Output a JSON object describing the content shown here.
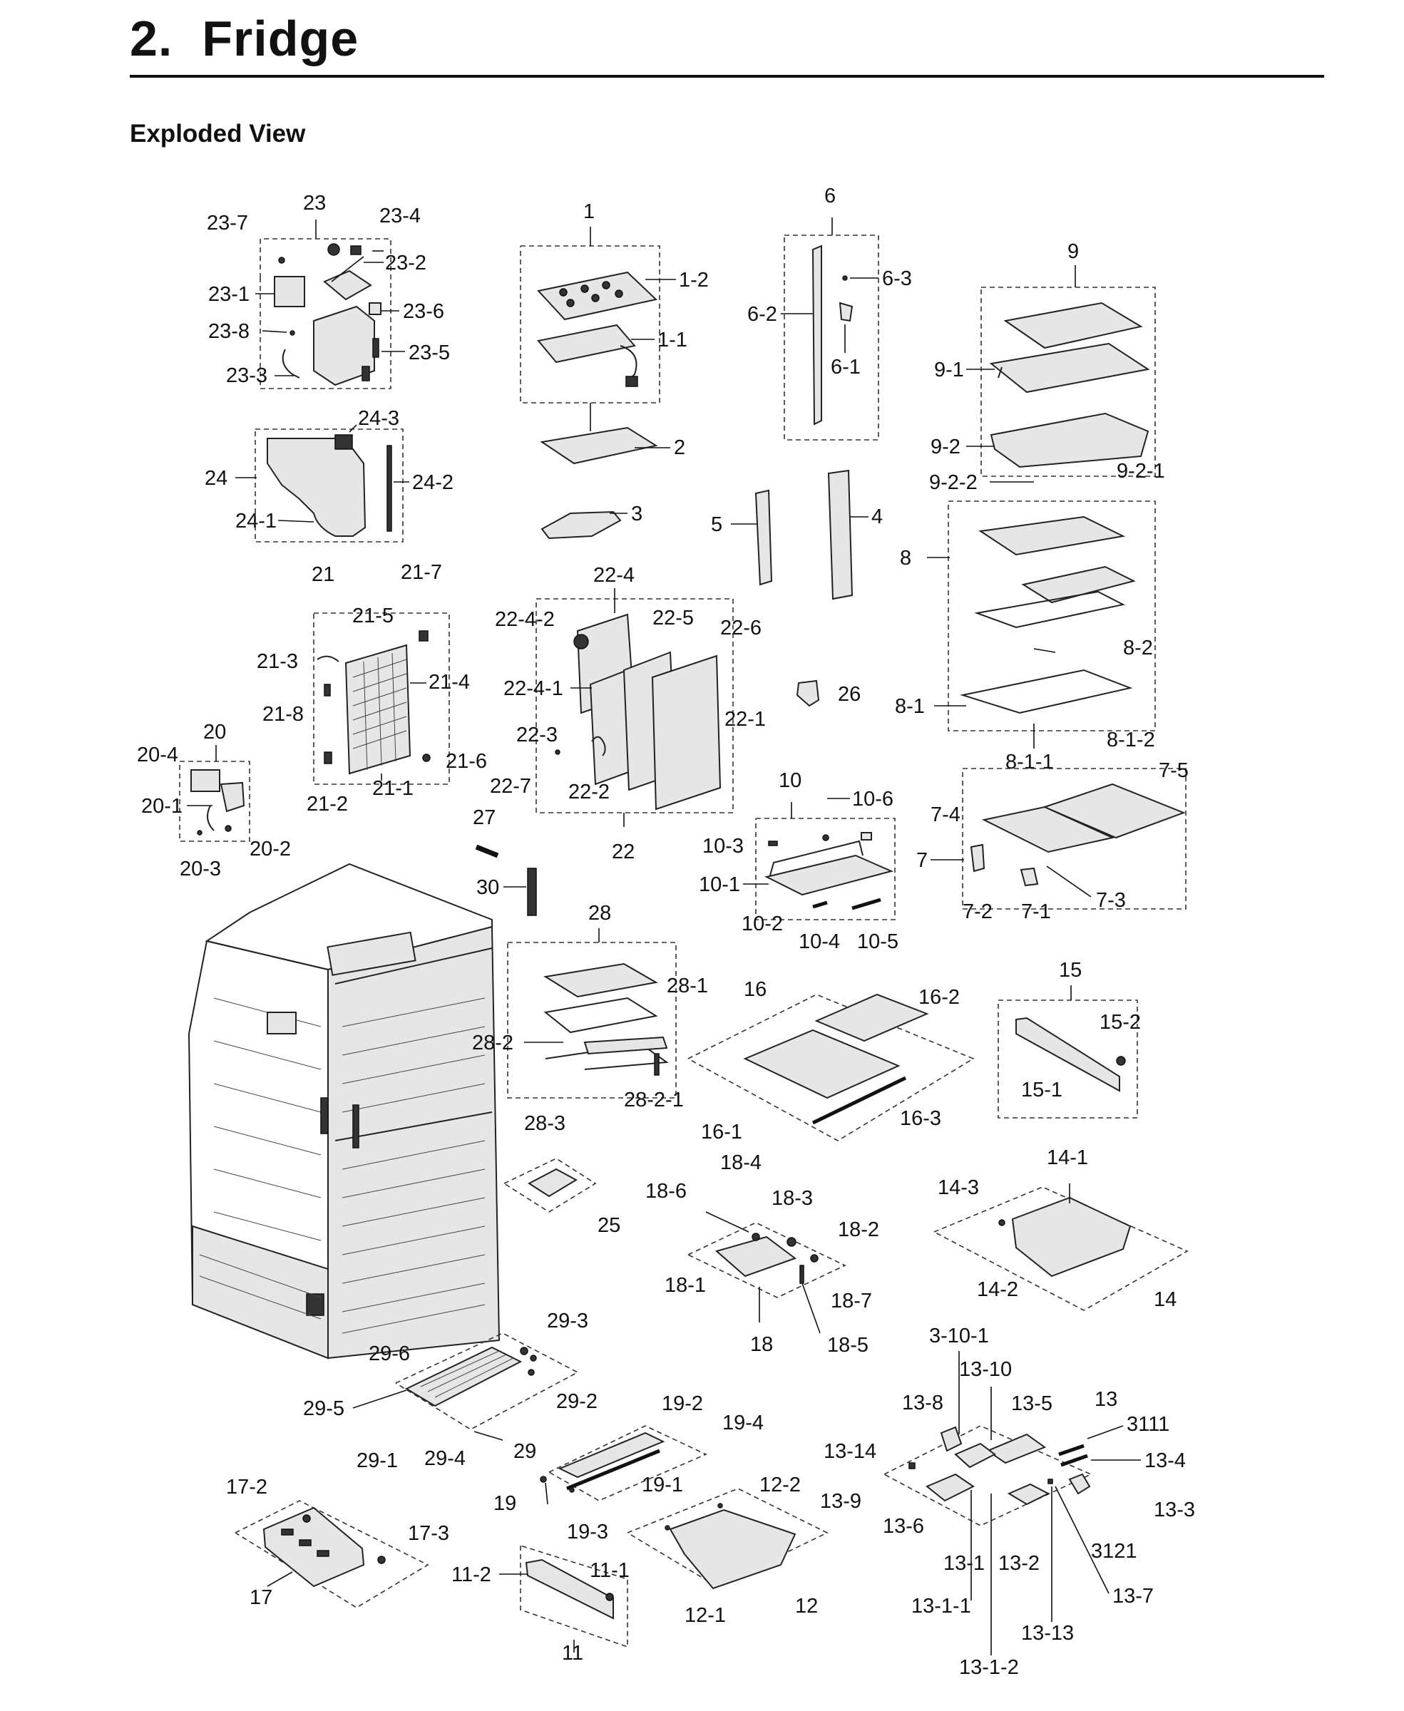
{
  "heading": {
    "number": "2.",
    "title": "Fridge"
  },
  "subheading": "Exploded View",
  "labels": {
    "l23_7": "23-7",
    "l23": "23",
    "l23_4": "23-4",
    "l23_2": "23-2",
    "l23_1": "23-1",
    "l23_6": "23-6",
    "l23_8": "23-8",
    "l23_5": "23-5",
    "l23_3": "23-3",
    "l24_3": "24-3",
    "l24": "24",
    "l24_2": "24-2",
    "l24_1": "24-1",
    "l1": "1",
    "l1_2": "1-2",
    "l1_1": "1-1",
    "l2": "2",
    "l3": "3",
    "l6": "6",
    "l6_3": "6-3",
    "l6_2": "6-2",
    "l6_1": "6-1",
    "l5": "5",
    "l4": "4",
    "l9": "9",
    "l9_1": "9-1",
    "l9_2": "9-2",
    "l9_2_1": "9-2-1",
    "l9_2_2": "9-2-2",
    "l8": "8",
    "l8_2": "8-2",
    "l8_1": "8-1",
    "l8_1_2": "8-1-2",
    "l8_1_1": "8-1-1",
    "l21": "21",
    "l21_7": "21-7",
    "l21_5": "21-5",
    "l21_3": "21-3",
    "l21_4": "21-4",
    "l21_8": "21-8",
    "l21_6": "21-6",
    "l21_1": "21-1",
    "l21_2": "21-2",
    "l22_4": "22-4",
    "l22_4_2": "22-4-2",
    "l22_5": "22-5",
    "l22_6": "22-6",
    "l22_4_1": "22-4-1",
    "l22_1": "22-1",
    "l22_3": "22-3",
    "l22_7": "22-7",
    "l22_2": "22-2",
    "l22": "22",
    "l26": "26",
    "l20": "20",
    "l20_4": "20-4",
    "l20_1": "20-1",
    "l20_2": "20-2",
    "l20_3": "20-3",
    "l27": "27",
    "l30": "30",
    "l10": "10",
    "l10_6": "10-6",
    "l10_3": "10-3",
    "l10_1": "10-1",
    "l10_2": "10-2",
    "l10_4": "10-4",
    "l10_5": "10-5",
    "l7_5": "7-5",
    "l7_4": "7-4",
    "l7": "7",
    "l7_2": "7-2",
    "l7_1": "7-1",
    "l7_3": "7-3",
    "l28": "28",
    "l28_1": "28-1",
    "l28_2": "28-2",
    "l28_2_1": "28-2-1",
    "l28_3": "28-3",
    "l16": "16",
    "l16_2": "16-2",
    "l16_1": "16-1",
    "l16_3": "16-3",
    "l15": "15",
    "l15_2": "15-2",
    "l15_1": "15-1",
    "l25": "25",
    "l18_4": "18-4",
    "l18_6": "18-6",
    "l18_3": "18-3",
    "l18_2": "18-2",
    "l18_1": "18-1",
    "l18_7": "18-7",
    "l18": "18",
    "l18_5": "18-5",
    "l14_1": "14-1",
    "l14_3": "14-3",
    "l14_2": "14-2",
    "l14": "14",
    "l29_3": "29-3",
    "l29_6": "29-6",
    "l29_5": "29-5",
    "l29_2": "29-2",
    "l29_1": "29-1",
    "l29_4": "29-4",
    "l29": "29",
    "l19_2": "19-2",
    "l19_4": "19-4",
    "l19": "19",
    "l19_1": "19-1",
    "l19_3": "19-3",
    "l3_10_1": "3-10-1",
    "l13_10": "13-10",
    "l13_8": "13-8",
    "l13_5": "13-5",
    "l13": "13",
    "l3111": "3111",
    "l13_14": "13-14",
    "l13_4": "13-4",
    "l13_9": "13-9",
    "l13_3": "13-3",
    "l13_6": "13-6",
    "l3121": "3121",
    "l13_1": "13-1",
    "l13_2": "13-2",
    "l13_1_1": "13-1-1",
    "l13_7": "13-7",
    "l13_13": "13-13",
    "l13_1_2": "13-1-2",
    "l17_2": "17-2",
    "l17_3": "17-3",
    "l17": "17",
    "l12_2": "12-2",
    "l12_1": "12-1",
    "l12": "12",
    "l11_2": "11-2",
    "l11_1": "11-1",
    "l11": "11"
  }
}
